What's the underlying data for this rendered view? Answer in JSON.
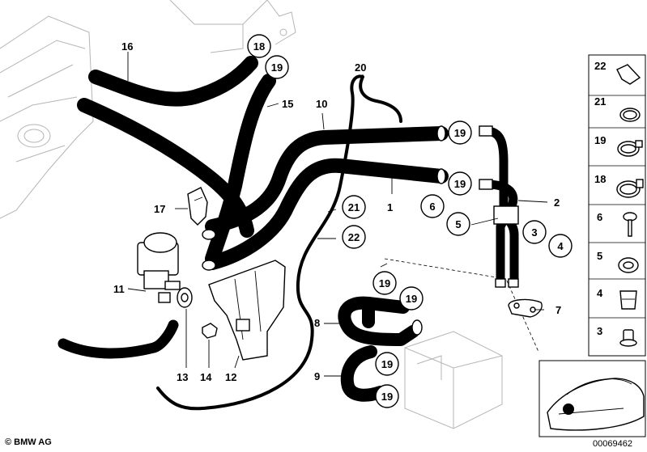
{
  "diagram": {
    "callouts": {
      "c16": "16",
      "c18": "18",
      "c19a": "19",
      "c15": "15",
      "c10": "10",
      "c20": "20",
      "c19b": "19",
      "c19c": "19",
      "c1": "1",
      "c2": "2",
      "c6": "6",
      "c5": "5",
      "c3": "3",
      "c4": "4",
      "c17": "17",
      "c21": "21",
      "c22": "22",
      "c11": "11",
      "c7": "7",
      "c19d": "19",
      "c19e": "19",
      "c8": "8",
      "c19f": "19",
      "c9": "9",
      "c19g": "19",
      "c13": "13",
      "c14": "14",
      "c12": "12"
    },
    "legend": [
      "22",
      "21",
      "19",
      "18",
      "6",
      "5",
      "4",
      "3"
    ]
  },
  "footer": {
    "brand": "© BMW AG",
    "image_number": "00069462"
  }
}
